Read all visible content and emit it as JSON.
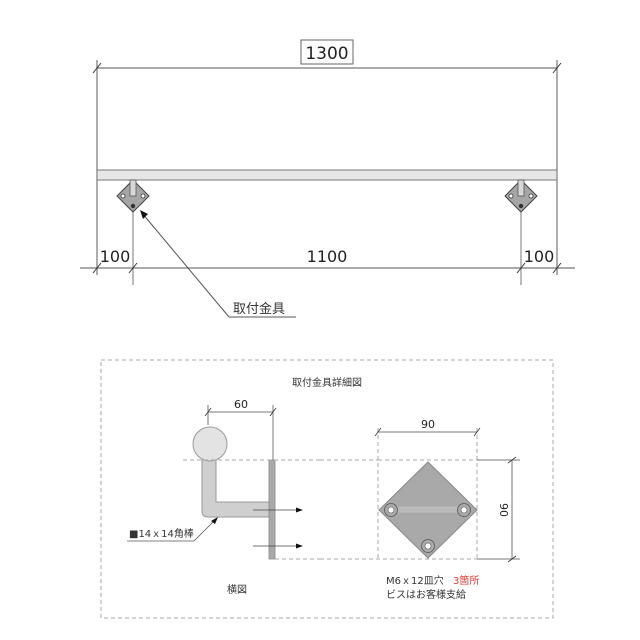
{
  "top_view": {
    "overall_dimension": "1300",
    "left_offset": "100",
    "center_span": "1100",
    "right_offset": "100",
    "bracket_callout": "取付金具"
  },
  "detail_view": {
    "title": "取付金具詳細図",
    "side_view": {
      "label": "横図",
      "width_dimension": "60",
      "bar_callout": "■14ｘ14角棒"
    },
    "plate_view": {
      "width_dimension": "90",
      "height_dimension": "90",
      "hole_note": "M6ｘ12皿穴",
      "hole_count": "3箇所",
      "screw_note": "ビスはお客様支給"
    }
  },
  "colors": {
    "line": "#777777",
    "rail_fill": "#e6e6e6",
    "bracket_fill": "#a6a6a6",
    "plate_fill": "#a9a9a9",
    "bar_fill": "#cfcfcf",
    "accent_red": "#e53935"
  }
}
